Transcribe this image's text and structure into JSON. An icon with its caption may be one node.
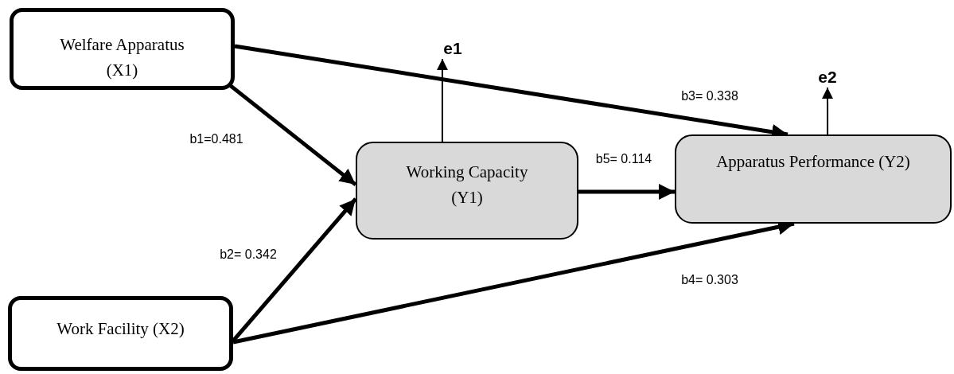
{
  "diagram": {
    "nodes": [
      {
        "text": [
          "Welfare Apparatus (X1)"
        ]
      },
      {
        "text": [
          "e1"
        ]
      },
      {
        "text": [
          "e2"
        ]
      },
      {
        "text": [
          "Working Capacity (Y1)"
        ]
      },
      {
        "text": [
          "Apparatus Performance (Y2)"
        ]
      },
      {
        "text": [
          "Work Facility (X2)"
        ]
      }
    ],
    "edges": [
      {
        "from": 0,
        "to": 3,
        "arrow": "to",
        "label": "b1=0.481"
      },
      {
        "from": 5,
        "to": 3,
        "arrow": "to",
        "label": "b2= 0.342"
      },
      {
        "from": 0,
        "to": 4,
        "arrow": "to",
        "label": "b3= 0.338"
      },
      {
        "from": 5,
        "to": 4,
        "arrow": "to",
        "label": "b4= 0.303"
      },
      {
        "from": 3,
        "to": 4,
        "arrow": "to",
        "label": "b5= 0.114"
      },
      {
        "from": 3,
        "to": 1,
        "arrow": "to"
      },
      {
        "from": 4,
        "to": 2,
        "arrow": "to"
      }
    ]
  }
}
